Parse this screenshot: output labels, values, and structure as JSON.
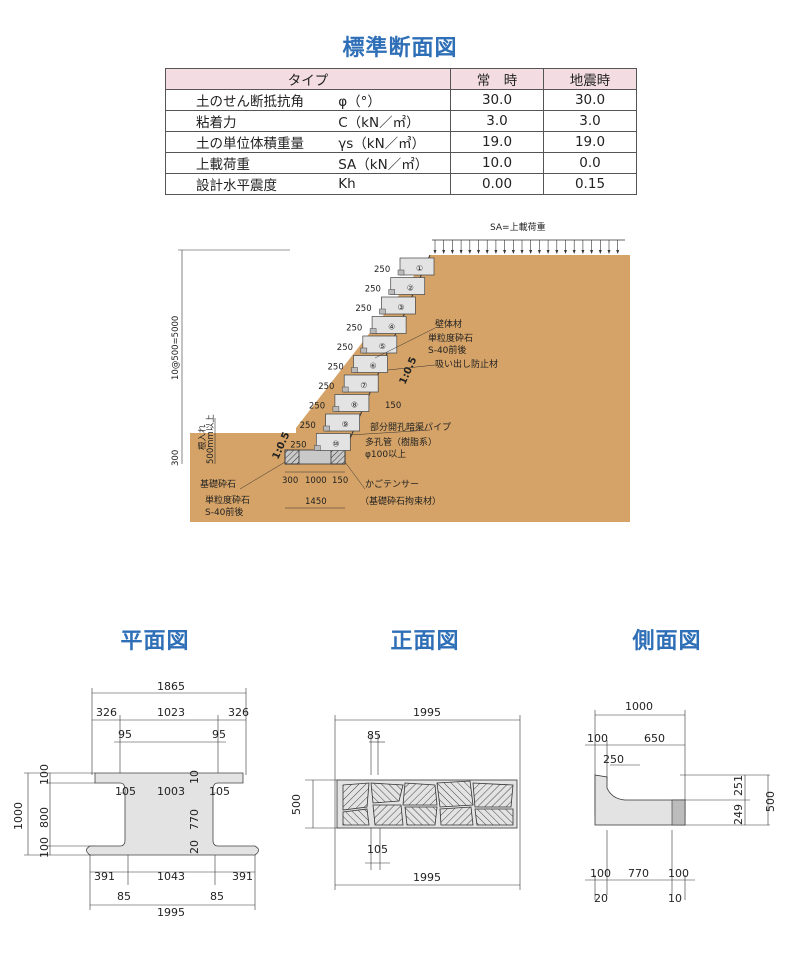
{
  "titles": {
    "section": "標準断面図",
    "plan": "平面図",
    "front": "正面図",
    "side": "側面図"
  },
  "table": {
    "headers": [
      "タイプ",
      "常　時",
      "地震時"
    ],
    "rows": [
      {
        "label": "土のせん断抵抗角",
        "symbol": "φ（°）",
        "normal": "30.0",
        "quake": "30.0"
      },
      {
        "label": "粘着力",
        "symbol": "C（kN／㎡）",
        "normal": "3.0",
        "quake": "3.0"
      },
      {
        "label": "土の単位体積重量",
        "symbol": "γs（kN／㎥）",
        "normal": "19.0",
        "quake": "19.0"
      },
      {
        "label": "上載荷重",
        "symbol": "SA（kN／㎡）",
        "normal": "10.0",
        "quake": "0.0"
      },
      {
        "label": "設計水平震度",
        "symbol": "Kh",
        "normal": "0.00",
        "quake": "0.15"
      }
    ]
  },
  "section": {
    "load_label": "SA=上載荷重",
    "height_label": "10@500=5000",
    "step_dims": [
      "250",
      "250",
      "250",
      "250",
      "250",
      "250",
      "250",
      "250",
      "250",
      "250"
    ],
    "block_numbers": [
      "①",
      "②",
      "③",
      "④",
      "⑤",
      "⑥",
      "⑦",
      "⑧",
      "⑨",
      "⑩"
    ],
    "slope": "1:0.5",
    "slope_lower": "1:0.5",
    "wall_material": "壁体材",
    "wall_material_sub1": "単粒度砕石",
    "wall_material_sub2": "S-40前後",
    "anti_suction": "吸い出し防止材",
    "dim_150_upper": "150",
    "pipe": "部分開孔暗渠パイプ",
    "pipe_sub1": "多孔管（樹脂系）",
    "pipe_sub2": "φ100以上",
    "embed": "根入れ",
    "embed_sub": "500mm以上",
    "base_300": "300",
    "base_stone": "基礎砕石",
    "base_stone_sub1": "単粒度砕石",
    "base_stone_sub2": "S-40前後",
    "base_dims": [
      "300",
      "1000",
      "150"
    ],
    "base_total": "1450",
    "gabion": "かごテンサー",
    "gabion_sub": "（基礎砕石拘束材）"
  },
  "plan": {
    "top_total": "1865",
    "top_parts": [
      "326",
      "1023",
      "326"
    ],
    "sub_95_left": "95",
    "sub_95_right": "95",
    "inner": [
      "105",
      "1003",
      "105"
    ],
    "left_dims": [
      "100",
      "800",
      "100"
    ],
    "left_total": "1000",
    "right_10": "10",
    "right_770": "770",
    "right_20": "20",
    "bottom_parts": [
      "391",
      "1043",
      "391"
    ],
    "bottom_85_left": "85",
    "bottom_85_right": "85",
    "bottom_total": "1995"
  },
  "front": {
    "top_total": "1995",
    "dim_85": "85",
    "height": "500",
    "dim_105": "105",
    "bottom_total": "1995"
  },
  "side": {
    "top_total": "1000",
    "dim_100": "100",
    "dim_650": "650",
    "dim_250": "250",
    "right_251": "251",
    "right_249": "249",
    "height": "500",
    "bottom_parts": [
      "100",
      "770",
      "100"
    ],
    "bottom_20": "20",
    "bottom_10": "10"
  },
  "colors": {
    "title": "#2e6fb7",
    "soil": "#d5a367",
    "table_header": "#f3dde2",
    "block": "#e3e3e3"
  }
}
